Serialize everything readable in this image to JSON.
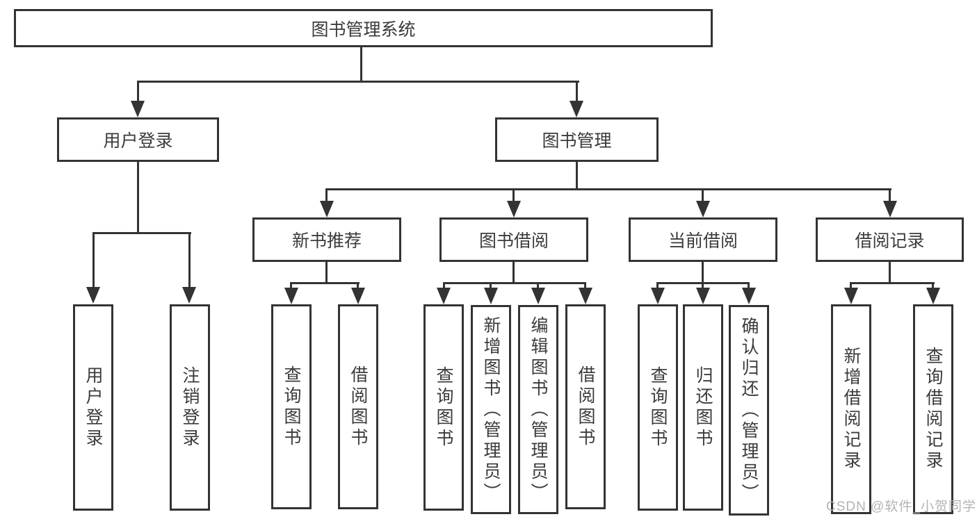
{
  "tree": {
    "label": "图书管理系统",
    "children": [
      {
        "label": "用户登录",
        "children": [
          {
            "label": "用户登录"
          },
          {
            "label": "注销登录"
          }
        ]
      },
      {
        "label": "图书管理",
        "children": [
          {
            "label": "新书推荐",
            "children": [
              {
                "label": "查询图书"
              },
              {
                "label": "借阅图书"
              }
            ]
          },
          {
            "label": "图书借阅",
            "children": [
              {
                "label": "查询图书"
              },
              {
                "label": "新增图书（管理员）"
              },
              {
                "label": "编辑图书（管理员）"
              },
              {
                "label": "借阅图书"
              }
            ]
          },
          {
            "label": "当前借阅",
            "children": [
              {
                "label": "查询图书"
              },
              {
                "label": "归还图书"
              },
              {
                "label": "确认归还（管理员）"
              }
            ]
          },
          {
            "label": "借阅记录",
            "children": [
              {
                "label": "新增借阅记录"
              },
              {
                "label": "查询借阅记录"
              }
            ]
          }
        ]
      }
    ]
  },
  "watermark": {
    "text": "CSDN @软件_小贺同学"
  },
  "colors": {
    "line": "#333333",
    "text": "#3b3b3b",
    "watermark": "#b3b3b3",
    "background": "#ffffff"
  }
}
